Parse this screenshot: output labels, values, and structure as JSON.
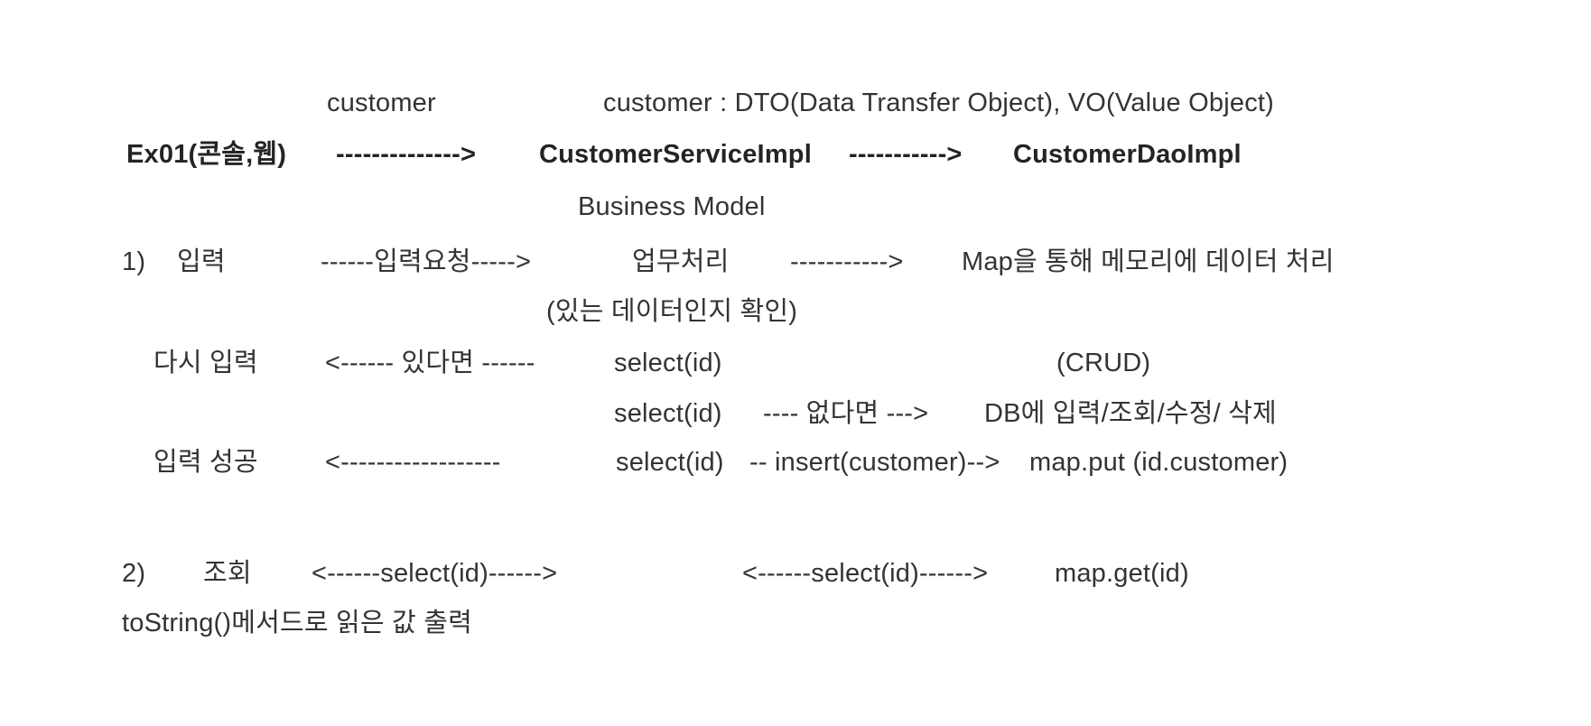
{
  "colors": {
    "background": "#ffffff",
    "text": "#333333",
    "heading_text": "#242424"
  },
  "diagram": {
    "row1": {
      "customer_label": "customer",
      "dto_note": "customer : DTO(Data Transfer Object), VO(Value Object)"
    },
    "row2": {
      "ex01_node": "Ex01(콘솔,웹)",
      "arrow_to_service": "-------------->",
      "service_node": "CustomerServiceImpl",
      "arrow_to_dao": "----------->",
      "dao_node": "CustomerDaoImpl"
    },
    "row3": {
      "business_model_label": "Business Model"
    },
    "row4": {
      "step_number": "1)",
      "input_label": "입력",
      "arrow_input_request": "------입력요청----->",
      "process_label": "업무처리",
      "arrow_to_memory": "----------->",
      "map_note": "Map을 통해 메모리에 데이터 처리"
    },
    "row5": {
      "check_note": "(있는 데이터인지 확인)"
    },
    "row6": {
      "retry_label": "다시 입력",
      "arrow_if_exists": "<------ 있다면 ------",
      "select_call": "select(id)",
      "crud_note": "(CRUD)"
    },
    "row7": {
      "select_call": "select(id)",
      "arrow_if_not_exists": "---- 없다면 --->",
      "db_note": "DB에 입력/조회/수정/ 삭제"
    },
    "row8": {
      "success_label": "입력 성공",
      "arrow_back": "<------------------",
      "select_call": "select(id)",
      "arrow_insert": "-- insert(customer)-->",
      "map_put_call": "map.put (id.customer)"
    },
    "row9": {
      "step_number": "2)",
      "lookup_label": "조회",
      "arrow_select_left": "<------select(id)------>",
      "arrow_select_right": "<------select(id)------>",
      "map_get_call": "map.get(id)"
    },
    "row10": {
      "tostring_note": "toString()메서드로 읽은 값 출력"
    }
  }
}
